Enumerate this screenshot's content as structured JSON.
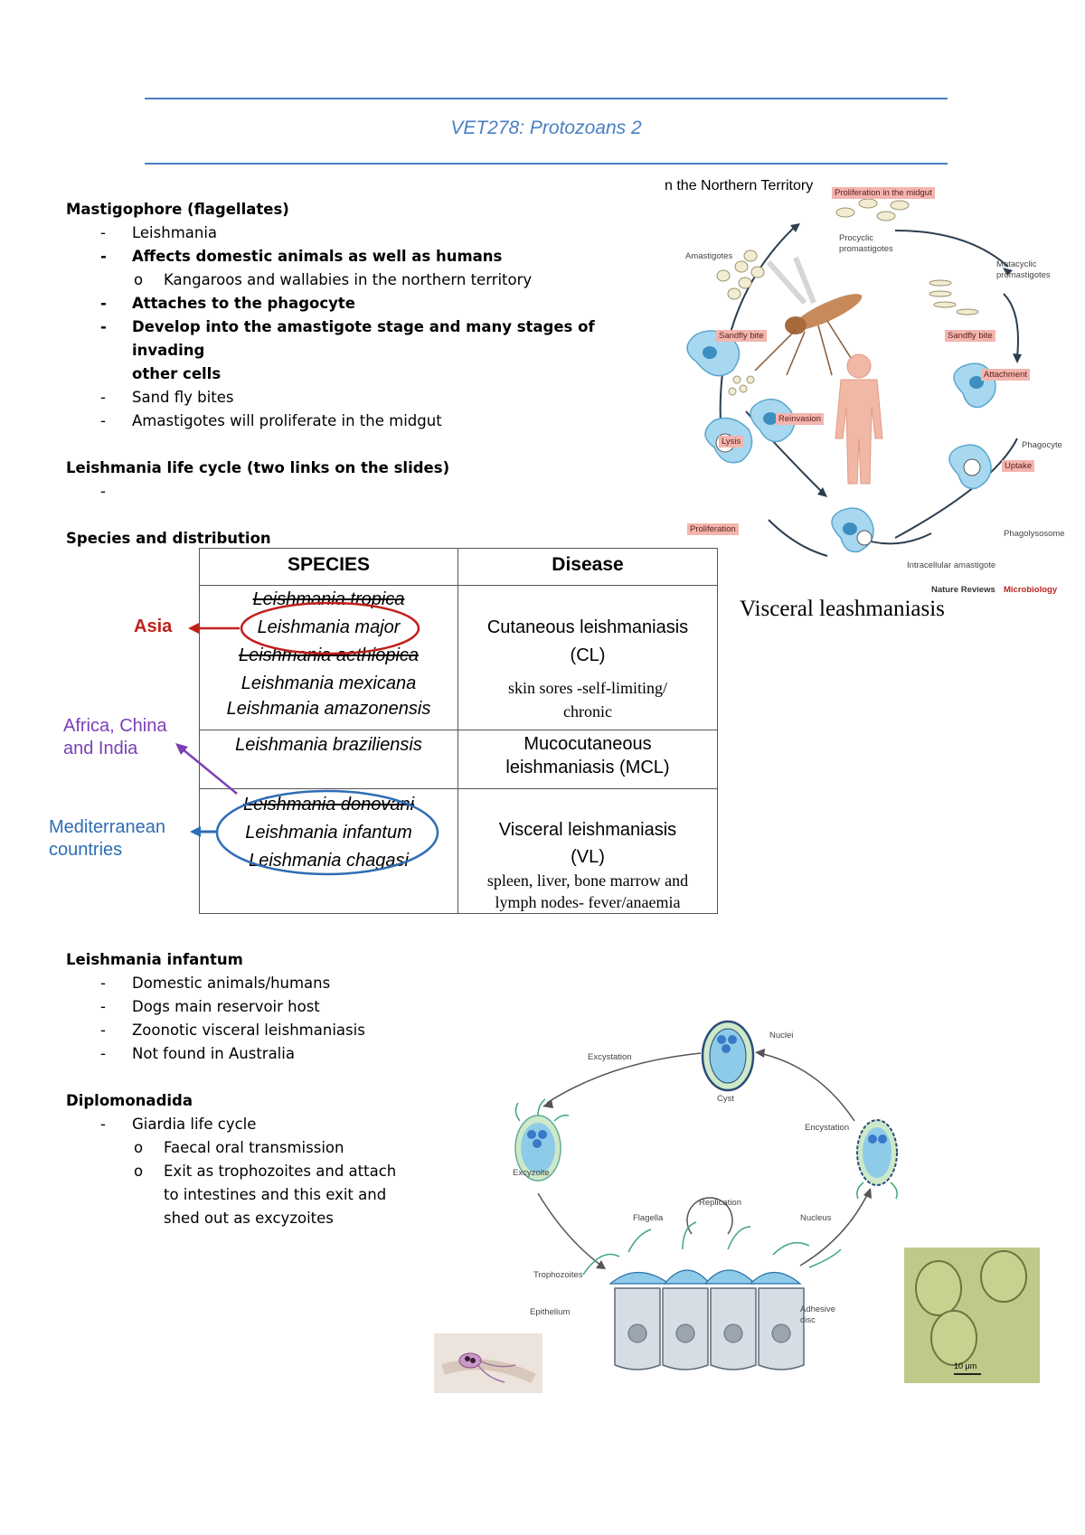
{
  "header": {
    "title": "VET278: Protozoans 2"
  },
  "notes": {
    "section1": {
      "heading": "Mastigophore (flagellates)",
      "item1": "Leishmania",
      "item2": "Affects domestic animals as well as humans",
      "sub1": "Kangaroos and wallabies in the northern territory",
      "item3": "Attaches to the phagocyte",
      "item4a": "Develop into the amastigote stage and many stages of invading",
      "item4b": "other cells",
      "item5": "Sand fly bites",
      "item6": "Amastigotes will proliferate in the midgut"
    },
    "section2": {
      "heading": "Leishmania life cycle (two links on the slides)"
    },
    "section3": {
      "heading": "Species and distribution"
    },
    "section4": {
      "heading": "Leishmania infantum",
      "item1": "Domestic animals/humans",
      "item2": "Dogs main reservoir host",
      "item3": "Zoonotic visceral leishmaniasis",
      "item4": "Not found in Australia"
    },
    "section5": {
      "heading": "Diplomonadida",
      "item1": "Giardia life cycle",
      "sub1": "Faecal oral transmission",
      "sub2a": "Exit as trophozoites and attach",
      "sub2b": "to intestines and this exit and",
      "sub2c": "shed out as excyzoites"
    }
  },
  "species_table": {
    "col1_header": "SPECIES",
    "col2_header": "Disease",
    "group1": [
      "Leishmania tropica",
      "Leishmania major",
      "Leishmania aethiopica",
      "Leishmania mexicana",
      "Leishmania amazonensis"
    ],
    "group1_disease_a": "Cutaneous leishmaniasis",
    "group1_disease_b": "(CL)",
    "group1_note_a": "skin sores -self-limiting/",
    "group1_note_b": "chronic",
    "group2": [
      "Leishmania braziliensis"
    ],
    "group2_disease_a": "Mucocutaneous",
    "group2_disease_b": "leishmaniasis (MCL)",
    "group3": [
      "Leishmania donovani",
      "Leishmania infantum",
      "Leishmania chagasi"
    ],
    "group3_disease_a": "Visceral leishmaniasis",
    "group3_disease_b": "(VL)",
    "group3_note_a": "spleen, liver, bone marrow and",
    "group3_note_b": "lymph nodes- fever/anaemia",
    "region_asia": "Asia",
    "region_africa_a": "Africa, China",
    "region_africa_b": "and India",
    "region_med_a": "Mediterranean",
    "region_med_b": "countries",
    "colors": {
      "asia": "#c0201c",
      "africa": "#7b3fb5",
      "med": "#2f6db5"
    }
  },
  "leish_fig": {
    "top_text": "n the Northern Territory",
    "labels": {
      "amastigotes": "Amastigotes",
      "procyclic_a": "Procyclic",
      "procyclic_b": "promastigotes",
      "metacyclic_a": "Metacyclic",
      "metacyclic_b": "promastigotes",
      "phagocyte": "Phagocyte",
      "phagolysosome": "Phagolysosome",
      "intracellular": "Intracellular amastigote"
    },
    "pink": {
      "proliferation_midgut": "Proliferation in the midgut",
      "sandfly_left": "Sandfly bite",
      "sandfly_right": "Sandfly bite",
      "attachment": "Attachment",
      "reinvasion": "Reinvasion",
      "lysis": "Lysis",
      "uptake": "Uptake",
      "proliferation": "Proliferation"
    },
    "credit_a": "Nature Reviews",
    "credit_b": "Microbiology",
    "caption": "Visceral leashmaniasis"
  },
  "giardia_fig": {
    "labels": {
      "nuclei": "Nuclei",
      "excystation": "Excystation",
      "cyst": "Cyst",
      "encystation": "Encystation",
      "excyzoite": "Excyzoite",
      "replication": "Replication",
      "flagella": "Flagella",
      "nucleus": "Nucleus",
      "trophozoites": "Trophozoites",
      "epithelium": "Epithelium",
      "adhesive_a": "Adhesive",
      "adhesive_b": "disc",
      "scale": "10 μm"
    }
  }
}
